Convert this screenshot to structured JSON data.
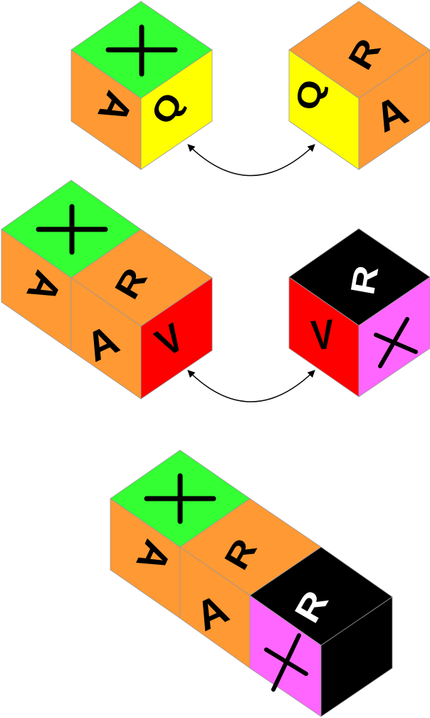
{
  "colors": {
    "green": "#33ff33",
    "orange": "#ff9933",
    "yellow": "#ffff00",
    "red": "#ff0000",
    "black": "#000000",
    "magenta": "#ff66ff",
    "edge": "#999999",
    "arrow": "#000000"
  },
  "glyphs": {
    "A": "A",
    "R": "R",
    "Q": "Q",
    "V": "V"
  }
}
